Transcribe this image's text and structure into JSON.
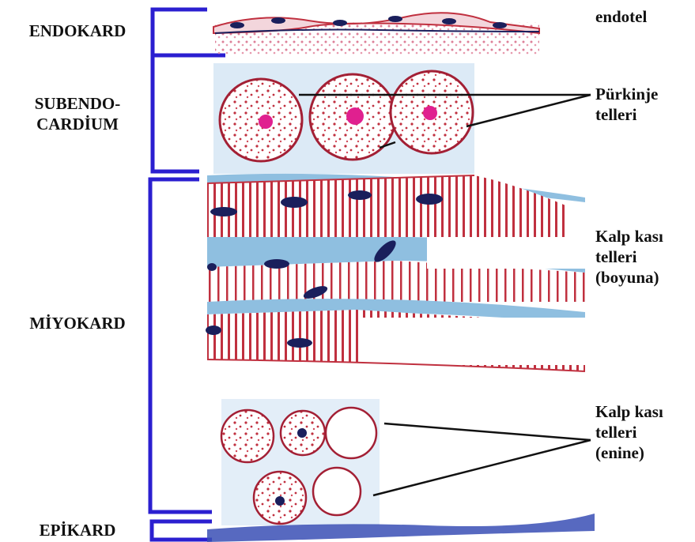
{
  "layers": {
    "endokard": "ENDOKARD",
    "subendocardium": "SUBENDO-\nCARDİUM",
    "miyokard": "MİYOKARD",
    "epikard": "EPİKARD"
  },
  "annotations": {
    "endotel": "endotel",
    "purkinje": "Pürkinje\ntelleri",
    "kalp_boyuna": "Kalp kası\ntelleri\n(boyuna)",
    "kalp_enine": "Kalp kası\ntelleri\n(enine)"
  },
  "colors": {
    "bracket": "#2b1fd0",
    "muscle_red": "#c0303f",
    "connective_blue": "#8fbfe0",
    "nucleus": "#1a1f5c",
    "purkinje_nucleus": "#e0208f"
  }
}
